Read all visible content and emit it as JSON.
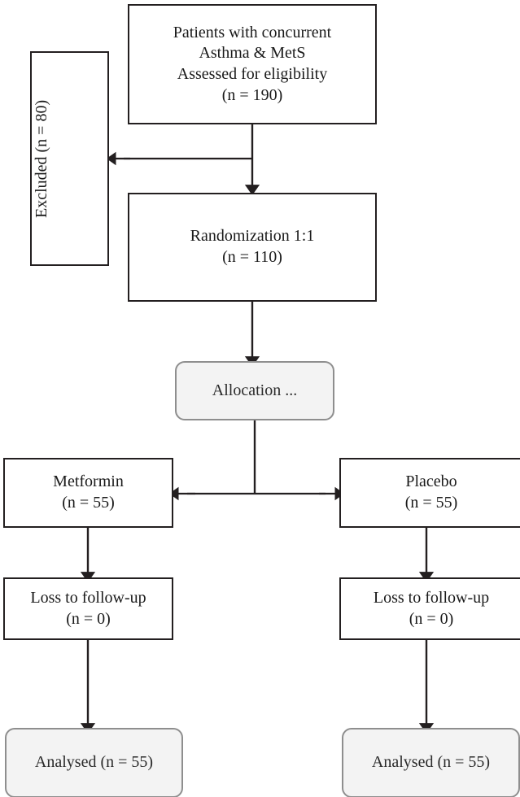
{
  "diagram": {
    "type": "consort-flow-diagram",
    "title": "CONSORT participant flow",
    "colors": {
      "box_border": "#231f20",
      "rounded_box_border": "#8e8e8e",
      "rounded_box_fill": "#f3f3f3",
      "connector": "#231f20",
      "background": "#ffffff",
      "text": "#1a1a1a"
    },
    "nodes": [
      {
        "id": "screening",
        "shape": "rectangle",
        "lines": [
          "Patients with concurrent",
          "Asthma & MetS",
          "Assessed for eligibility",
          "(n = 190)"
        ],
        "n": 190
      },
      {
        "id": "excluded",
        "shape": "rectangle",
        "orientation": "vertical",
        "lines": [
          "Excluded (n = 80)"
        ],
        "n": 80
      },
      {
        "id": "randomization",
        "shape": "rectangle",
        "lines": [
          "Randomization 1:1",
          "(n = 110)"
        ],
        "n": 110
      },
      {
        "id": "allocation",
        "shape": "rounded-rectangle",
        "lines": [
          "Allocation ..."
        ]
      },
      {
        "id": "metformin",
        "shape": "rectangle",
        "lines": [
          "Metformin",
          "(n = 55)"
        ],
        "n": 55
      },
      {
        "id": "placebo",
        "shape": "rectangle",
        "lines": [
          "Placebo",
          "(n = 55)"
        ],
        "n": 55
      },
      {
        "id": "loss-left",
        "shape": "rectangle",
        "lines": [
          "Loss to follow-up",
          "(n = 0)"
        ],
        "n": 0
      },
      {
        "id": "loss-right",
        "shape": "rectangle",
        "lines": [
          "Loss to follow-up",
          "(n = 0)"
        ],
        "n": 0
      },
      {
        "id": "analysed-left",
        "shape": "rounded-rectangle",
        "lines": [
          "Analysed (n = 55)"
        ],
        "n": 55
      },
      {
        "id": "analysed-right",
        "shape": "rounded-rectangle",
        "lines": [
          "Analysed (n = 55)"
        ],
        "n": 55
      }
    ],
    "edges": [
      {
        "from": "screening",
        "to": "excluded",
        "arrow": "left"
      },
      {
        "from": "screening",
        "to": "randomization",
        "arrow": "down"
      },
      {
        "from": "randomization",
        "to": "allocation",
        "arrow": "down"
      },
      {
        "from": "allocation",
        "to": "metformin",
        "arrow": "left"
      },
      {
        "from": "allocation",
        "to": "placebo",
        "arrow": "right"
      },
      {
        "from": "metformin",
        "to": "loss-left",
        "arrow": "down"
      },
      {
        "from": "placebo",
        "to": "loss-right",
        "arrow": "down"
      },
      {
        "from": "loss-left",
        "to": "analysed-left",
        "arrow": "down"
      },
      {
        "from": "loss-right",
        "to": "analysed-right",
        "arrow": "down"
      }
    ]
  },
  "text": {
    "screening_line1": "Patients with concurrent",
    "screening_line2": "Asthma & MetS",
    "screening_line3": "Assessed for eligibility",
    "screening_line4": "(n = 190)",
    "excluded_line1": "Excluded (n = 80)",
    "random_line1": "Randomization 1:1",
    "random_line2": "(n = 110)",
    "allocation_line1": "Allocation ...",
    "metformin_line1": "Metformin",
    "metformin_line2": "(n = 55)",
    "placebo_line1": "Placebo",
    "placebo_line2": "(n = 55)",
    "loss_left_line1": "Loss to follow-up",
    "loss_left_line2": "(n = 0)",
    "loss_right_line1": "Loss to follow-up",
    "loss_right_line2": "(n = 0)",
    "analysed_left_line1": "Analysed (n = 55)",
    "analysed_right_line1": "Analysed (n = 55)"
  }
}
